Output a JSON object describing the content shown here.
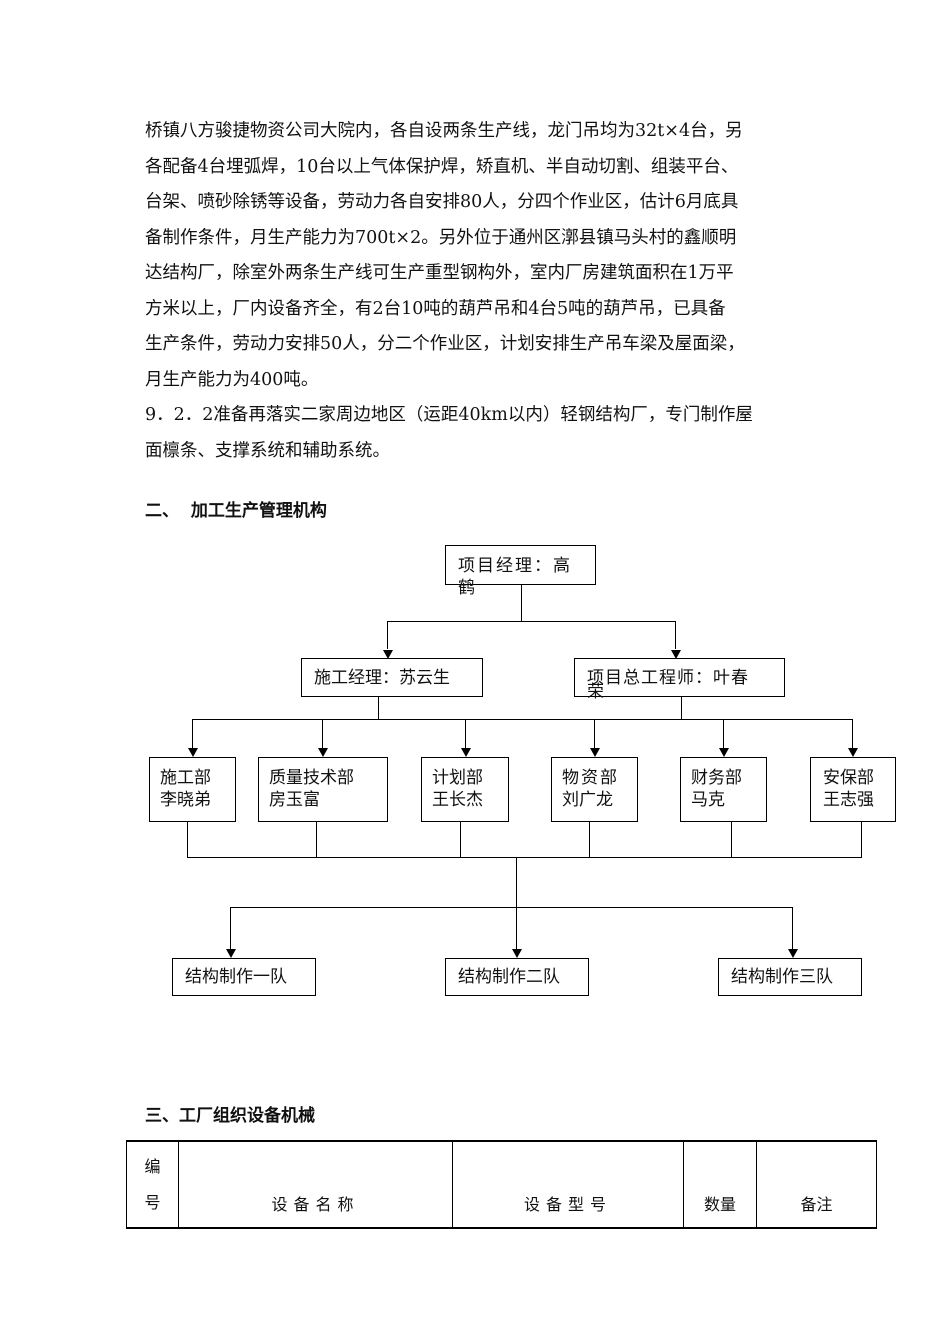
{
  "doc": {
    "paragraph_lines": [
      "桥镇八方骏捷物资公司大院内，各自设两条生产线，龙门吊均为32t×4台，另",
      "各配备4台埋弧焊，10台以上气体保护焊，矫直机、半自动切割、组装平台、",
      "台架、喷砂除锈等设备，劳动力各自安排80人，分四个作业区，估计6月底具",
      "备制作条件，月生产能力为700t×2。另外位于通州区漷县镇马头村的鑫顺明",
      "达结构厂，除室外两条生产线可生产重型钢构外，室内厂房建筑面积在1万平",
      "方米以上，厂内设备齐全，有2台10吨的葫芦吊和4台5吨的葫芦吊，已具备",
      "生产条件，劳动力安排50人，分二个作业区，计划安排生产吊车梁及屋面梁，",
      "月生产能力为400吨。",
      "9．2．2准备再落实二家周边地区（运距40km以内）轻钢结构厂，专门制作屋",
      "面檩条、支撑系统和辅助系统。"
    ],
    "section2_title": "二、  加工生产管理机构",
    "section3_title": "三、工厂组织设备机械"
  },
  "org": {
    "pm": [
      "项目经理：高",
      "鹤"
    ],
    "construction_manager": "施工经理：苏云生",
    "chief_engineer": [
      "项目总工程师：叶春",
      "荣"
    ],
    "departments": [
      {
        "name": "施工部",
        "person": "李晓弟"
      },
      {
        "name": "质量技术部",
        "person": "房玉富"
      },
      {
        "name": "计划部",
        "person": "王长杰"
      },
      {
        "name": "物资部",
        "person": "刘广龙"
      },
      {
        "name": "财务部",
        "person": "马克"
      },
      {
        "name": "安保部",
        "person": "王志强"
      }
    ],
    "teams": [
      "结构制作一队",
      "结构制作二队",
      "结构制作三队"
    ]
  },
  "table": {
    "headers": {
      "no_line1": "编",
      "no_line2": "号",
      "name": "设备名称",
      "model": "设备型号",
      "qty": "数量",
      "note": "备注"
    }
  }
}
